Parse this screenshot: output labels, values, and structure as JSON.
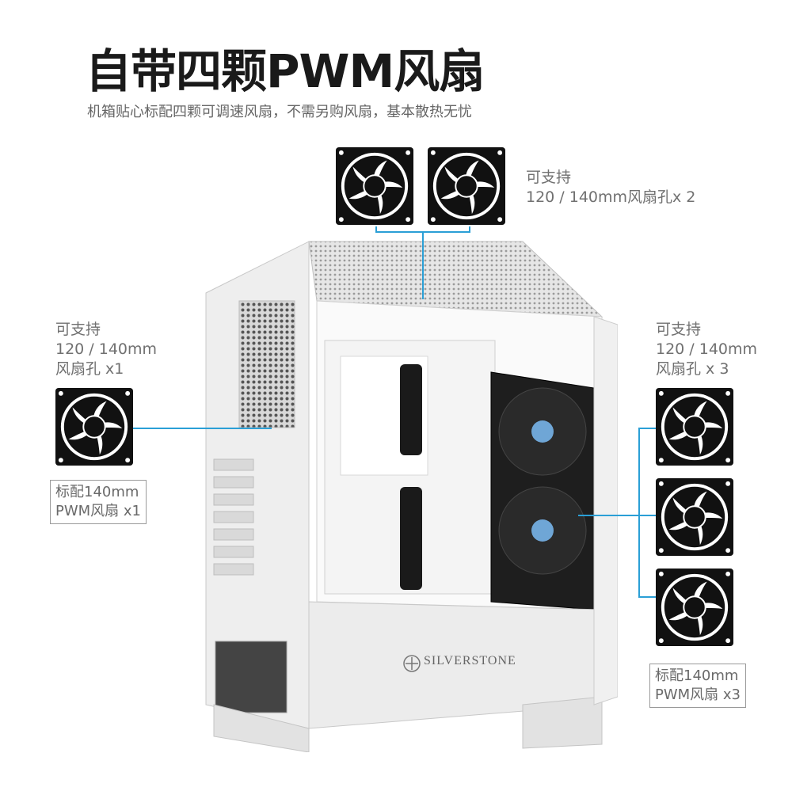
{
  "header": {
    "title": "自带四颗PWM风扇",
    "subtitle": "机箱贴心标配四颗可调速风扇，不需另购风扇，基本散热无忧"
  },
  "top_group": {
    "line1": "可支持",
    "line2": "120 / 140mm风扇孔x 2",
    "fan_icon": "fan-icon"
  },
  "rear_group": {
    "line1": "可支持",
    "line2": "120 / 140mm",
    "line3": "风扇孔 x1",
    "boxed_line1": "标配140mm",
    "boxed_line2": "PWM风扇 x1"
  },
  "front_group": {
    "line1": "可支持",
    "line2": "120 / 140mm",
    "line3": "风扇孔 x 3",
    "boxed_line1": "标配140mm",
    "boxed_line2": "PWM风扇 x3"
  },
  "case": {
    "brand": "SILVERSTONE",
    "brand_icon": "snowflake-logo-icon"
  },
  "colors": {
    "accent_line": "#2a9fd6",
    "fan_black": "#111111",
    "case_white": "#f2f2f2"
  }
}
